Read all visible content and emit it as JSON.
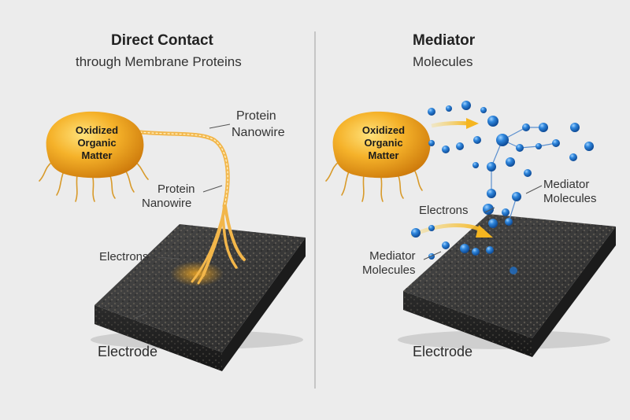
{
  "left_panel": {
    "title": "Direct Contact",
    "subtitle": "through Membrane Proteins",
    "cell_label": [
      "Oxidized",
      "Organic",
      "Matter"
    ],
    "nanowire_label_top": [
      "Protein",
      "Nanowire"
    ],
    "nanowire_label_mid": [
      "Protein",
      "Nanowire"
    ],
    "electrons_label": "Electrons",
    "electrode_label": "Electrode"
  },
  "right_panel": {
    "title": "Mediator",
    "subtitle": "Molecules",
    "cell_label": [
      "Oxidized",
      "Organic",
      "Matter"
    ],
    "mediator_label_right": [
      "Mediator",
      "Molecules"
    ],
    "electrons_label": "Electrons",
    "mediator_label_left": [
      "Mediator",
      "Molecules"
    ],
    "electrode_label": "Electrode"
  },
  "colors": {
    "background": "#ececec",
    "cell": "#f0a21c",
    "nanowire": "#f2b64a",
    "arrow": "#f5c23a",
    "mediator": "#1f6fc7",
    "electrode": "#262626",
    "divider": "#b8b8b8"
  }
}
